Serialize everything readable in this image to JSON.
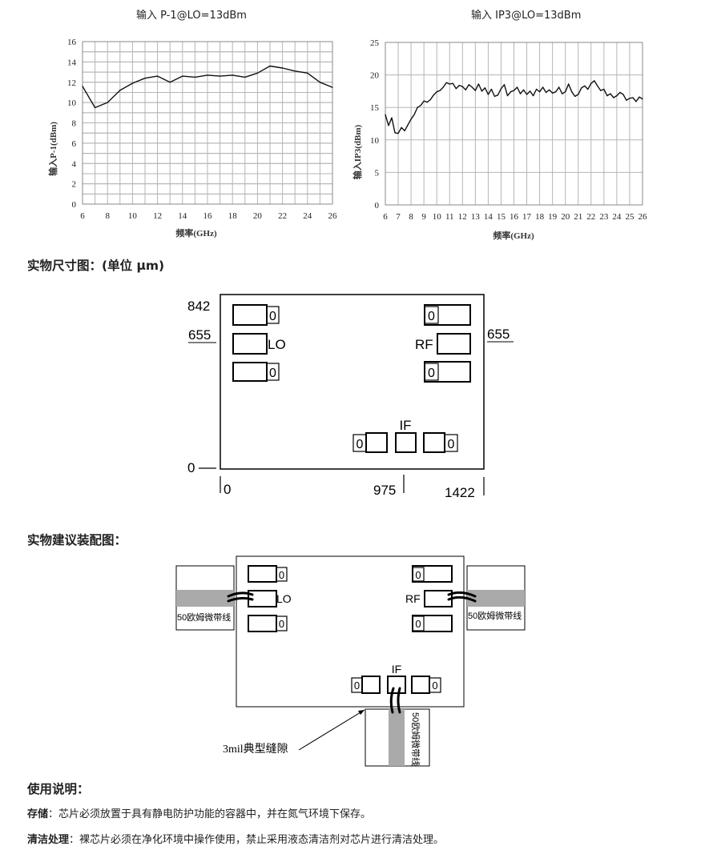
{
  "charts": [
    {
      "title": "输入 P-1@LO=13dBm",
      "chart_data": {
        "type": "line",
        "title": "输入 P-1@LO=13dBm",
        "xlabel": "频率(GHz)",
        "ylabel": "输入P-1(dBm)",
        "xlim": [
          6,
          26
        ],
        "ylim": [
          0,
          16
        ],
        "xticks": [
          "6",
          "8",
          "10",
          "12",
          "14",
          "16",
          "18",
          "20",
          "22",
          "24",
          "26"
        ],
        "yticks": [
          "0",
          "2",
          "4",
          "6",
          "8",
          "10",
          "12",
          "14",
          "16"
        ],
        "grid": true,
        "x": [
          6,
          7,
          8,
          9,
          10,
          11,
          12,
          13,
          14,
          15,
          16,
          17,
          18,
          19,
          20,
          21,
          22,
          23,
          24,
          25,
          26
        ],
        "y": [
          11.6,
          9.5,
          10.0,
          11.2,
          11.9,
          12.4,
          12.6,
          12.0,
          12.6,
          12.5,
          12.7,
          12.6,
          12.7,
          12.5,
          12.9,
          13.6,
          13.4,
          13.1,
          12.9,
          12.0,
          11.5
        ]
      }
    },
    {
      "title": "输入 IP3@LO=13dBm",
      "chart_data": {
        "type": "line",
        "title": "输入 IP3@LO=13dBm",
        "xlabel": "频率(GHz)",
        "ylabel": "输入IP3(dBm)",
        "xlim": [
          6,
          26
        ],
        "ylim": [
          0,
          25
        ],
        "xticks": [
          "6",
          "7",
          "8",
          "9",
          "10",
          "11",
          "12",
          "13",
          "14",
          "15",
          "16",
          "17",
          "18",
          "19",
          "20",
          "21",
          "22",
          "23",
          "24",
          "25",
          "26"
        ],
        "yticks": [
          "0",
          "5",
          "10",
          "15",
          "20",
          "25"
        ],
        "grid": true,
        "x": [
          6,
          6.25,
          6.5,
          6.75,
          7,
          7.25,
          7.5,
          7.75,
          8,
          8.25,
          8.5,
          8.75,
          9,
          9.25,
          9.5,
          9.75,
          10,
          10.25,
          10.5,
          10.75,
          11,
          11.25,
          11.5,
          11.75,
          12,
          12.25,
          12.5,
          12.75,
          13,
          13.25,
          13.5,
          13.75,
          14,
          14.25,
          14.5,
          14.75,
          15,
          15.25,
          15.5,
          15.75,
          16,
          16.25,
          16.5,
          16.75,
          17,
          17.25,
          17.5,
          17.75,
          18,
          18.25,
          18.5,
          18.75,
          19,
          19.25,
          19.5,
          19.75,
          20,
          20.25,
          20.5,
          20.75,
          21,
          21.25,
          21.5,
          21.75,
          22,
          22.25,
          22.5,
          22.75,
          23,
          23.25,
          23.5,
          23.75,
          24,
          24.25,
          24.5,
          24.75,
          25,
          25.25,
          25.5,
          25.75,
          26
        ],
        "y": [
          13.9,
          12.2,
          13.4,
          11.1,
          11.0,
          11.9,
          11.4,
          12.3,
          13.2,
          13.9,
          15.0,
          15.3,
          16.0,
          15.8,
          16.2,
          16.9,
          17.4,
          17.6,
          18.1,
          18.8,
          18.6,
          18.7,
          17.9,
          18.4,
          18.2,
          17.7,
          18.5,
          18.1,
          17.6,
          18.6,
          17.5,
          18.0,
          17.0,
          17.8,
          16.7,
          16.9,
          17.9,
          18.5,
          16.8,
          17.4,
          17.6,
          18.1,
          17.1,
          17.7,
          17.0,
          17.5,
          16.8,
          17.8,
          17.4,
          18.1,
          17.3,
          17.7,
          17.2,
          17.4,
          18.1,
          17.1,
          17.4,
          18.6,
          17.4,
          16.7,
          17.0,
          18.0,
          18.3,
          17.8,
          18.7,
          19.1,
          18.3,
          17.6,
          17.8,
          16.8,
          17.1,
          16.5,
          16.8,
          17.3,
          17.0,
          16.1,
          16.4,
          16.5,
          15.9,
          16.6,
          16.3
        ]
      }
    }
  ],
  "section_dims": "实物尺寸图：(单位 μm)",
  "dims": {
    "y_842": "842",
    "y_655_left": "655",
    "y_655_right": "655",
    "y_0": "0",
    "x_0": "0",
    "x_975": "975",
    "x_1422": "1422",
    "pad_zero": "0",
    "lo": "LO",
    "rf": "RF",
    "if": "IF"
  },
  "section_assembly": "实物建议装配图：",
  "assembly": {
    "pad_zero": "0",
    "lo": "LO",
    "rf": "RF",
    "if": "IF",
    "line_left": "50欧姆微带线",
    "line_right": "50欧姆微带线",
    "line_bottom": "50欧姆微带线",
    "gap_note": "3mil典型缝隙"
  },
  "section_usage": "使用说明：",
  "usage": {
    "storage_label": "存储",
    "storage_text": "：芯片必须放置于具有静电防护功能的容器中，并在氮气环境下保存。",
    "clean_label": "清洁处理",
    "clean_text": "：裸芯片必须在净化环境中操作使用，禁止采用液态清洁剂对芯片进行清洁处理。"
  }
}
